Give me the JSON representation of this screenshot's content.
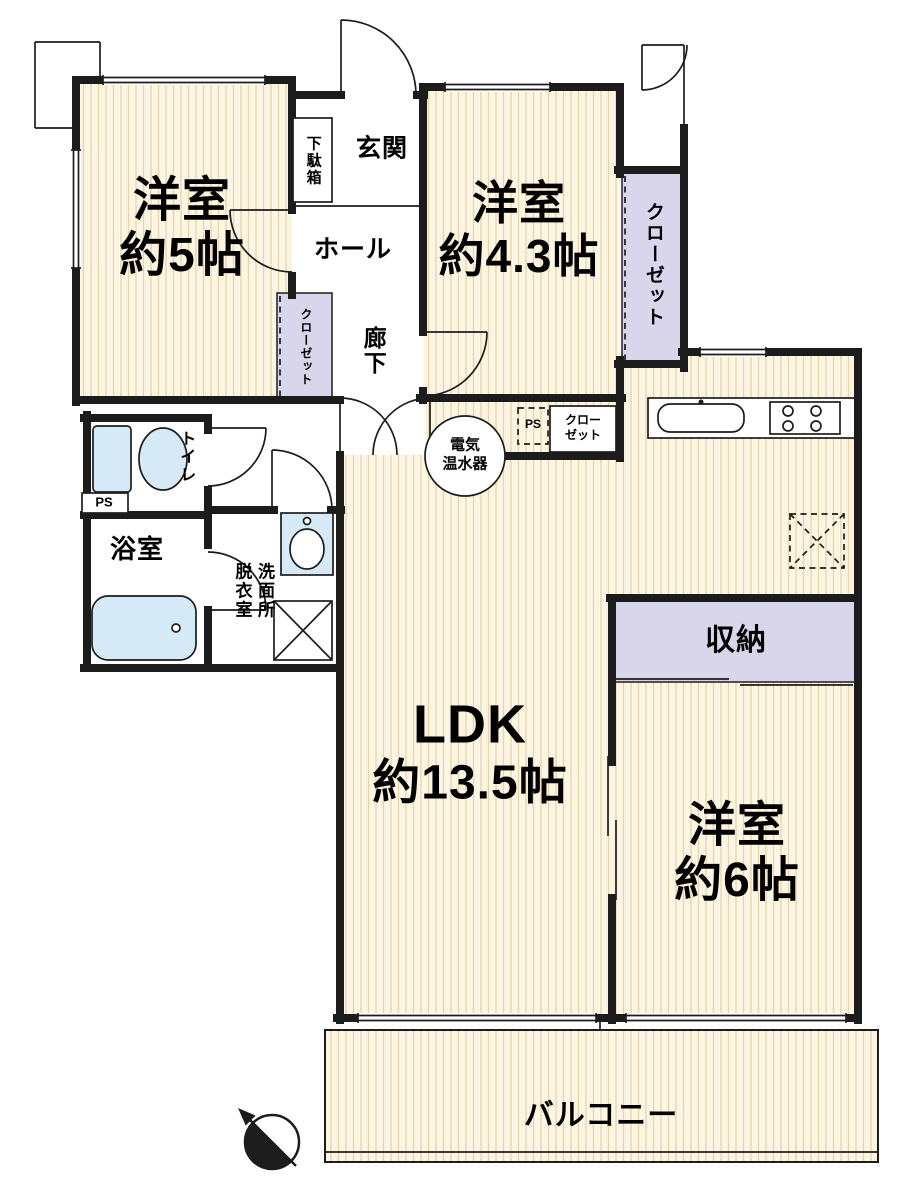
{
  "rooms": {
    "room5": {
      "name": "洋室",
      "size": "約5帖"
    },
    "room43": {
      "name": "洋室",
      "size": "約4.3帖"
    },
    "ldk": {
      "name": "LDK",
      "size": "約13.5帖"
    },
    "room6": {
      "name": "洋室",
      "size": "約6帖"
    }
  },
  "labels": {
    "entrance": "玄関",
    "shoe_cabinet": "下駄箱",
    "hall": "ホール",
    "corridor": "廊下",
    "closet_right": "クローゼット",
    "closet_room5": "クローゼット",
    "closet_small": {
      "line1": "クロー",
      "line2": "ゼット"
    },
    "toilet": "トイレ",
    "ps_left": "PS",
    "ps_kitchen": "PS",
    "bathroom": "浴室",
    "dressing_room": "脱衣室",
    "washroom": "洗面所",
    "water_heater": {
      "line1": "電気",
      "line2": "温水器"
    },
    "storage": "収納",
    "balcony": "バルコニー"
  },
  "colors": {
    "wall": "#1c1c1c",
    "floor_base": "#fcf5e3",
    "floor_stripe": "#e7d5aa",
    "closet": "#d9d6eb",
    "fixture": "#d6e9f6"
  }
}
